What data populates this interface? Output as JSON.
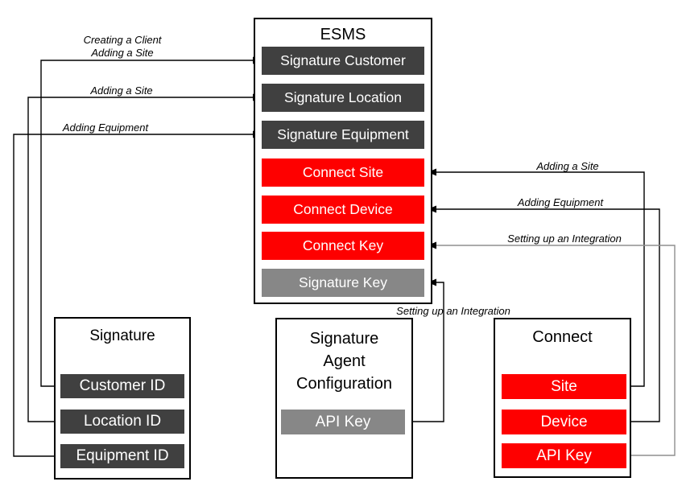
{
  "colors": {
    "dark_box": "#404040",
    "red_box": "#fe0000",
    "gray_box": "#878787",
    "line": "#000000",
    "faded_line": "#9d9d9d",
    "box_text": "#ffffff",
    "label_text": "#000000"
  },
  "esms": {
    "title": "ESMS",
    "items": [
      {
        "label": "Signature Customer",
        "color": "dark"
      },
      {
        "label": "Signature Location",
        "color": "dark"
      },
      {
        "label": "Signature Equipment",
        "color": "dark"
      },
      {
        "label": "Connect Site",
        "color": "red"
      },
      {
        "label": "Connect Device",
        "color": "red"
      },
      {
        "label": "Connect Key",
        "color": "red"
      },
      {
        "label": "Signature Key",
        "color": "gray"
      }
    ]
  },
  "signature": {
    "title": "Signature",
    "items": [
      {
        "label": "Customer ID"
      },
      {
        "label": "Location ID"
      },
      {
        "label": "Equipment ID"
      }
    ]
  },
  "agent_config": {
    "title_lines": [
      "Signature",
      "Agent",
      "Configuration"
    ],
    "items": [
      {
        "label": "API Key"
      }
    ]
  },
  "connect": {
    "title": "Connect",
    "items": [
      {
        "label": "Site"
      },
      {
        "label": "Device"
      },
      {
        "label": "API Key"
      }
    ]
  },
  "arrow_labels": {
    "creating_client_line1": "Creating a Client",
    "creating_client_line2": "Adding a Site",
    "adding_site_left": "Adding a Site",
    "adding_equipment_left": "Adding Equipment",
    "adding_site_right": "Adding a Site",
    "adding_equipment_right": "Adding Equipment",
    "setting_integration_right": "Setting up an Integration",
    "setting_integration_bottom": "Setting up an Integration"
  }
}
